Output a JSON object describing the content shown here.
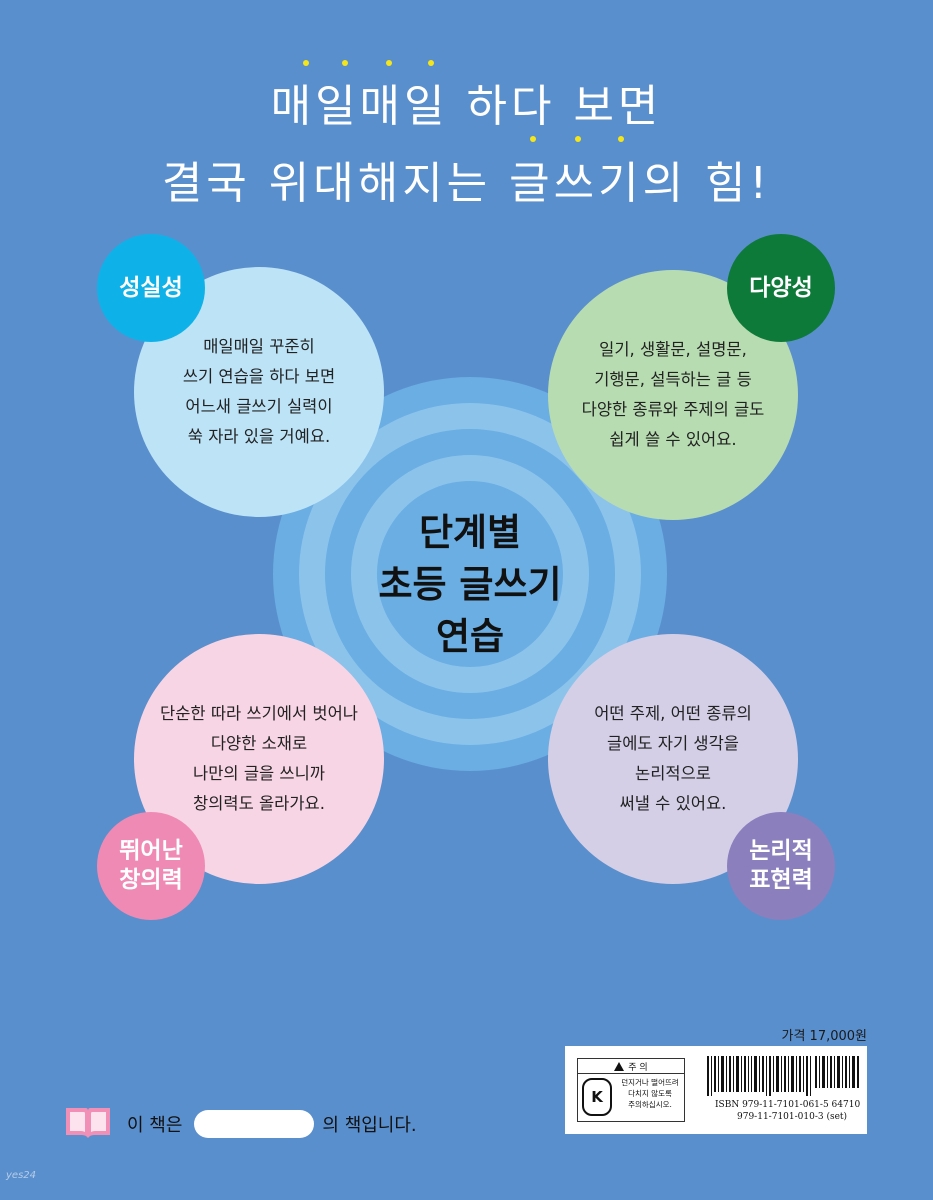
{
  "headline": {
    "line1": "매일매일 하다 보면",
    "line2": "결국 위대해지는 글쓰기의 힘!",
    "dot_color": "#f5e61a"
  },
  "center": {
    "lines": [
      "단계별",
      "초등 글쓰기",
      "연습"
    ]
  },
  "features": [
    {
      "badge": "성실성",
      "badge_color": "#0fb2e8",
      "circle_color": "#bde3f7",
      "text": "매일매일 꾸준히\n쓰기 연습을 하다 보면\n어느새 글쓰기 실력이\n쑥 자라 있을 거예요."
    },
    {
      "badge": "다양성",
      "badge_color": "#0e7a3a",
      "circle_color": "#b8dcb1",
      "text": "일기, 생활문, 설명문,\n기행문, 설득하는 글 등\n다양한 종류와 주제의 글도\n쉽게 쓸 수 있어요."
    },
    {
      "badge": "뛰어난\n창의력",
      "badge_color": "#ef8ab4",
      "circle_color": "#f8d5e4",
      "text": "단순한 따라 쓰기에서 벗어나\n다양한 소재로\n나만의 글을 쓰니까\n창의력도 올라가요."
    },
    {
      "badge": "논리적\n표현력",
      "badge_color": "#8b7fbd",
      "circle_color": "#d4cfe6",
      "text": "어떤 주제, 어떤 종류의\n글에도 자기 생각을\n논리적으로\n써낼 수 있어요."
    }
  ],
  "price": "가격 17,000원",
  "warning": {
    "title": "주 의",
    "kc": "K",
    "body": "던지거나 떨어뜨려\n다치지 않도록\n주의하십시오."
  },
  "isbn": {
    "line1": "ISBN 979-11-7101-061-5 64710",
    "line2": "979-11-7101-010-3 (set)"
  },
  "owner": {
    "prefix": "이 책은",
    "suffix": "의 책입니다."
  },
  "logo": "yes24"
}
